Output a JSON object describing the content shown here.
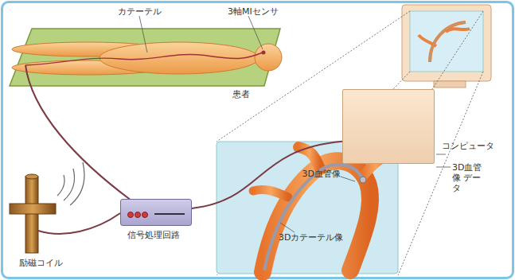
{
  "diagram": {
    "nodes": [
      {
        "text": [
          "信号処理回路"
        ]
      },
      {
        "text": [
          "コンピュータ"
        ]
      }
    ],
    "edges": [
      {
        "from": 0,
        "to": 1,
        "arrow": "none"
      }
    ],
    "labels": [
      "カテーテル",
      "3軸MIセンサ",
      "患者",
      "励磁コイル",
      "3D血管像 データ",
      "3D血管像",
      "3Dカテーテル像"
    ]
  }
}
